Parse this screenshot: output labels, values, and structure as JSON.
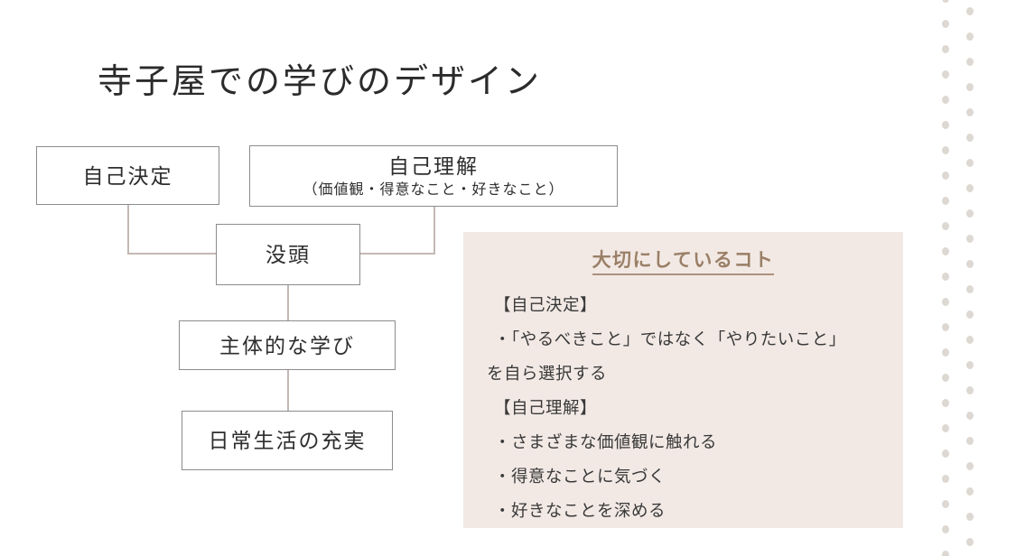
{
  "slide": {
    "title": "寺子屋での学びのデザイン",
    "background_color": "#ffffff"
  },
  "flow_chart": {
    "boxes": [
      {
        "id": "jikoketteii",
        "title": "自己決定",
        "sub": ""
      },
      {
        "id": "jikorikai",
        "title": "自己理解",
        "sub": "（価値観・得意なこと・好きなこと）"
      },
      {
        "id": "bottou",
        "title": "没頭",
        "sub": ""
      },
      {
        "id": "shutaiteki",
        "title": "主体的な学び",
        "sub": ""
      },
      {
        "id": "nichijou",
        "title": "日常生活の充実",
        "sub": ""
      }
    ],
    "border_color": "#8c8c8c",
    "connector_color": "#c3b8b4"
  },
  "values_panel": {
    "heading": "大切にしているコト",
    "heading_color": "#9a7f66",
    "background_color": "#f2e9e5",
    "lines": [
      "【自己決定】",
      "・「やるべきこと」ではなく「やりたいこと」",
      "を自ら選択する",
      "【自己理解】",
      "・さまざまな価値観に触れる",
      "・得意なことに気づく",
      "・好きなことを深める"
    ]
  },
  "decoration": {
    "name": "dotted-column-pattern",
    "dot_color": "#ddd8d2"
  }
}
